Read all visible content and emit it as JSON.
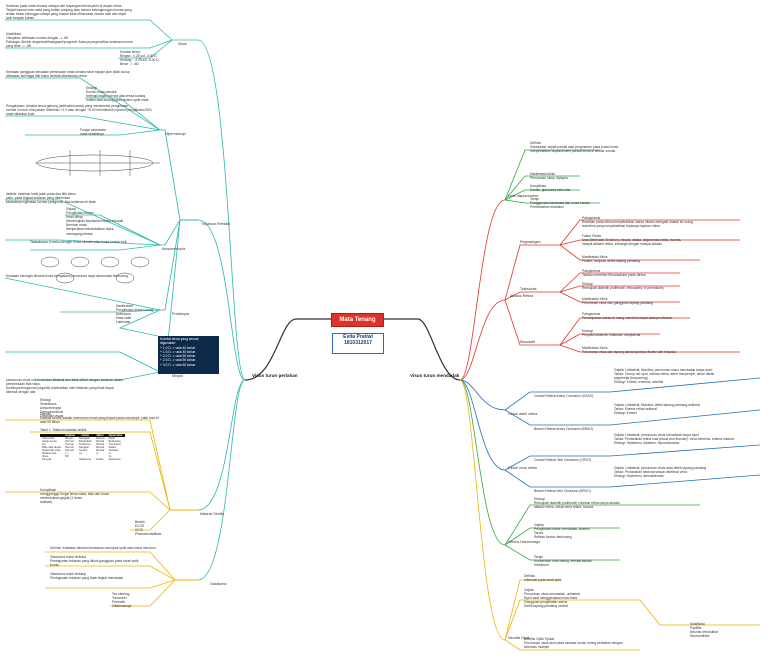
{
  "center": {
    "title": "Mata Tenang",
    "author_line1": "Evita Pratiwi",
    "author_line2": "1810312017"
  },
  "left_branch": {
    "label": "Visus turun perlahan"
  },
  "right_branch": {
    "label": "Visus turun mendadak"
  },
  "left_topics": {
    "visus": "Visus",
    "katarak": "Katarak Senilis",
    "glaukoma": "Glaukoma",
    "kelainan_refraksi": "Kelainan Refraksi",
    "presbiopia": "Presbiopia",
    "hipermetropi": "Hipermetropi",
    "anisometropia": "Anisometropia",
    "miopia": "Miopia"
  },
  "right_topics": {
    "lens_displacement": "Lens displacement",
    "ablasio": "Ablasio Retina",
    "regmatogen": "Regmatogen",
    "traksional": "Traksional",
    "eksudatif": "Eksudatif",
    "oklusi_arteri": "Oklusi arteri retina",
    "oklusi_vena": "Oklusi vena retina",
    "vitreus": "Vitreus Haemorrage",
    "neuritis": "Neuritis Optik"
  },
  "left_text": {
    "visus_def": "Kesehan pada mata dimana cahaya dan bayangan benda jatuh di depan retina\nTerjadi karena bola mata yang terlalu panjang atau karena kelengkungan kornea yang\nterlalu besar sehingga cahaya yang masuk tidak difokuskan secara baik dan objek\njauh tampak buram",
    "visus_klas": "Klasifikasi:\nOkluptida: ketebaan kornea dengan -1 -6D\nPatologis: Akhirin degeneratifmalignant/progresif. Adanya progresifitas kelainan kornea\nyang lebih -> -6D",
    "visus_kaca": "Koreksi lensa:\nRingan : 0.25 s/d -3.00 D\nSedang : -3.25 s/d -6.00 D\nBerat : > -6D",
    "hiper_def": "Keadaan gangguan kekuatan pembiasan mata dimana sinar sejajar jauh tidak cukup\ndibiaskan sehingga titik fokus terletak dibelakang retina",
    "hiper_etio": "Etiologi\nSumbu mata pendek\nKelengkungan kornea atau lensa kurang\nIndeks bias kurang pada sistem optik mata",
    "aniso_def": "Pengelolaan: dimana lensa gabung (antihalokhromia) yang membentuk penglihatan\nnormal Contoh: bila pasien diberikan +1.0 atau dengan +5.00 membentuk injection penglihatan BJS.\nmata skiaskop kuat",
    "aniso_img": "Fungsi cakrawala\nmata sebaliknya",
    "miopia_def": "definisi: kelainan letak jatuh pada dua titik fokus.\nyaitu: pada tingkat kelainan yang ditemukan\nkelainan/penglihatan kornea (astigmat). Jika kelainan ini tidak",
    "miopia_gejala": "Gejala\nPenglihatan buram\nHead tilting\nMemiringkan kepala/membuka kelopak\nBermain mata\nMenjauhkan/mendekatkan objek\nmemegang kertas",
    "miopia_tata": "Tatalaksana: Koreksi dengan lensa silindris atau lensa kontak torik",
    "presb_def": "Keadaan fisiologis dimana lensa mengalami penurunan daya akomodasi berkurang",
    "presb_gejala": "Manifestasi:\nPenglihatan dekat kurang\nAstenopia\nMata sakit\nLakrimasi",
    "presb_koreksi": "Koreksi lensa yang sesuai\ndigunakan:\n+ 1.0 D -> usia 40 tahun\n+ 1.5 D -> usia 45 tahun\n+ 2.0 D -> usia 50 tahun\n+ 2.5 D -> usia 55 tahun\n+ 3.0 D -> usia 60 tahun",
    "gl_def": "penurunan visus unilateral atau bilateral dan tidak diikuti dengan kelainan dalam\npemeriksaan fisik visus.\nAmbliopia fungsional (organik) disebabkan oleh kelainan yang tidak dapat\ndikenali dengan alat",
    "gl_etio": "Etiologi\nStrabismus\nAnisometropia\nDeprivasi/oklusi\nObstruksi visual",
    "kat_def": "Definisi\nKatarak senilis adalah kekeruhan lensa yang terjadi pada usia lanjut, yaitu usia di\natas 50 tahun",
    "kat_table_title": "Tabel 1. Stadium katarak senilis",
    "kat_komp": "Komplikasi\nmengganggu fungsi lensa mata, baik dan lensa\nmenimbulkan gejala (1 lensa\nindikasi)",
    "kat_terapi": "Bedah\nECCE\nICCE\nPhacoemulsifikasi",
    "gl_def2": "Definisi: Keadaan dimana kerusakan neuropati optik atau visus menurun",
    "gl_sudut": "Glaukoma sudut terbuka\nPeningkatan tekanan yang diikuti gangguan pada saraf optik\nkronis",
    "gl_tutup": "Glaukoma sudut tertutup\nPeningkatan tekanan yang tidak terjadi mendadak",
    "gl_gejala": "Tes skrining\nTonometri\nPerimetri\nOftalmoskopi"
  },
  "right_text": {
    "lens_def": "Definisi\nSubluksasi: sejala parsial atau pergeseran pada posisi lensa\nmenyebabkan displacement parsial lensa di sekitar zonula",
    "lens_manif": "Manifestasi klinis\nPenurunan visus, diplopia",
    "lens_komp": "Komplikasi\nUveitis, glaukoma sekunder",
    "lens_terapi": "Terapi\nPenggunaan kacamata dan lensa kontak\nPembedahan ekstraksi",
    "reg_pato": "Patogenesis\nRobekan pada retina menyebabkan cairan vitreus mengalir masuk ke ruang\nsubretina yang menyebabkan lepasnya lapisan retina",
    "reg_fr": "Faktor Risiko\nUsia (lebih dari 40 tahun), miopia, afakia, degenerasi retina, trauma,\nriwayat ablasio retina, keluarga dengan riwayat ablasio",
    "reg_mk": "Manifestasi Klinis\nFloater, fotopsia, defek lapang pandang",
    "tr_pato": "Patogenesis\nTarikan membran fibrovaskular pada vitreus",
    "tr_etio": "Etiologi\nRetinopati diabetik proliferatif, retinopathy of prematurity",
    "tr_mk": "Manifestasi Klinis\nPenurunan visus dan gangguan lapang pandang",
    "ek_pato": "Patogenesis\nPenumpukan cairan di ruang subretina tanpa adanya robekan",
    "ek_etio": "Etiologi\nPenyakit sistemik, inflamasi, neoplasma",
    "ek_mk": "Manifestasi Klinis\nPenurunan visus dan lapang pandang tanpa floater dan fotopsia",
    "crao": "Central Retinal Artery Occlusion (CRAO)",
    "crao_text": "Gejala: Unilateral, tiba-tiba, penurunan visus mendadak tanpa nyeri\nTanda: Cherry red spot, edema retina, arteri menyempit, aliran darah\nsegmental (boxcarring)\nEtiologi: Emboli, trombus, arteritis",
    "brao": "Branch Retinal Artery Occlusion (BRAO)",
    "brao_text": "Gejala: Unilateral, tiba-tiba, defek lapang pandang sektoral\nTanda: Edema retina sektoral\nEtiologi: Emboli",
    "crvo": "Central Retinal Vein Occlusion (CRVO)",
    "crvo_text": "Gejala: Unilateral, penurunan visus mendadak tanpa nyeri\nTanda: Perdarahan retina luas (blood and thunder), vena berkelok, edema makula\nEtiologi: Hipertensi, diabetes, hiperviskositas",
    "brvo": "Branch Retinal Vein Occlusion (BRVO)",
    "brvo_text": "Gejala: Unilateral, penurunan visus atau defek lapang pandang\nTanda: Perdarahan sektoral sesuai distribusi vena\nEtiologi: Hipertensi, aterosklerosis",
    "vh_etio": "Etiologi\nRetinopati diabetik proliferatif, robekan retina tanpa ablasio,\nablasio retina, oklusi vena retina, trauma",
    "vh_gejala": "Gejala\nPenglihatan kabur mendadak, floaters\nTanda\nRefleks fundus berkurang",
    "vh_terapi": "Terapi\nKonservatif: tirah baring, elevasi kepala\nVitrektomi",
    "no_def": "Definisi\nInflamasi pada saraf optik",
    "no_gejala": "Gejala\nPenurunan visus mendadak, unilateral\nNyeri saat menggerakkan bola mata\nGangguan penglihatan warna\nDefek lapang pandang sentral",
    "no_klas": "Klasifikasi\nPapilitis\nNeuritis retrobulbar\nNeuroretinitis",
    "no_terapi": "Neuritis Optik Tipikal\nPenurunan visus akut pada dewasa muda, sering berkaitan dengan\nsklerosis multipel"
  },
  "kat_table": {
    "headers": [
      "",
      "Insipien",
      "Imatur",
      "Matur",
      "Hipermatur"
    ],
    "rows": [
      [
        "Kekeruhan",
        "Ringan",
        "Sebagian",
        "Seluruh",
        "Masif"
      ],
      [
        "Cairan lensa",
        "Normal",
        "Bertambah",
        "Normal",
        "Berkurang"
      ],
      [
        "Iris",
        "Normal",
        "Terdorong",
        "Normal",
        "Tremulans"
      ],
      [
        "Bilik mata depan",
        "Normal",
        "Dangkal",
        "Normal",
        "Dalam"
      ],
      [
        "Sudut bilik mata",
        "Normal",
        "Sempit",
        "Normal",
        "Terbuka"
      ],
      [
        "Shadow test",
        "(-)",
        "(+)",
        "(-)",
        "+/-"
      ],
      [
        "Visus",
        "6/6",
        "",
        "",
        "1/~"
      ],
      [
        "Penyulit",
        "-",
        "Glaukoma",
        "Uveitis",
        "Glaukoma"
      ]
    ]
  },
  "colors": {
    "accent": "#e0322a",
    "left_line": "#2bb7b0",
    "right_line": "#e0322a",
    "yellow_line": "#f0b400",
    "green_line": "#2faa3c",
    "blue_line": "#1d6fc1",
    "gray_line": "#888888"
  }
}
